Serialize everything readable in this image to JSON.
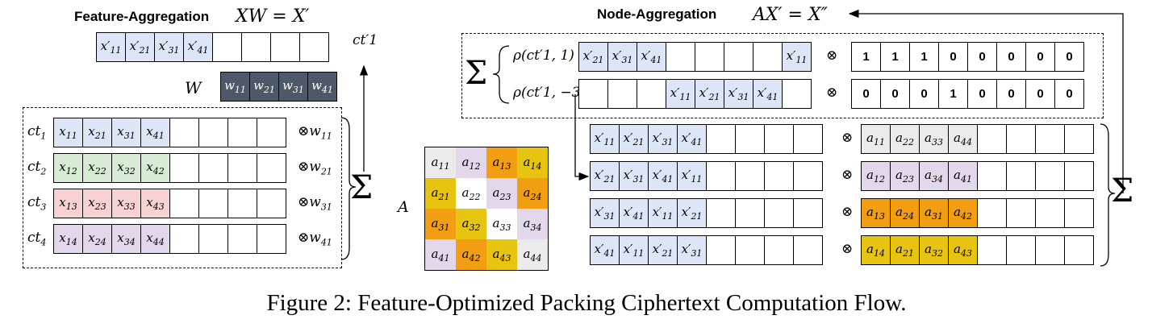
{
  "feature_aggregation": {
    "title": "Feature-Aggregation",
    "equation": "XW = X′",
    "output_row": [
      "x′11",
      "x′21",
      "x′31",
      "x′41",
      "",
      "",
      "",
      ""
    ],
    "output_label": "ct′1",
    "weight_label": "W",
    "weights": [
      "w11",
      "w21",
      "w31",
      "w41"
    ],
    "sum_symbol": "Σ",
    "rows": [
      {
        "label": "ct1",
        "cells": [
          "x11",
          "x21",
          "x31",
          "x41",
          "",
          "",
          "",
          ""
        ],
        "op": "⊗w11",
        "color": "blue"
      },
      {
        "label": "ct2",
        "cells": [
          "x12",
          "x22",
          "x32",
          "x42",
          "",
          "",
          "",
          ""
        ],
        "op": "⊗w21",
        "color": "green"
      },
      {
        "label": "ct3",
        "cells": [
          "x13",
          "x23",
          "x33",
          "x43",
          "",
          "",
          "",
          ""
        ],
        "op": "⊗w31",
        "color": "red"
      },
      {
        "label": "ct4",
        "cells": [
          "x14",
          "x24",
          "x34",
          "x44",
          "",
          "",
          "",
          ""
        ],
        "op": "⊗w41",
        "color": "purple"
      }
    ]
  },
  "matrix_a": {
    "label": "A",
    "cells": [
      [
        "a11",
        "a12",
        "a13",
        "a14"
      ],
      [
        "a21",
        "a22",
        "a23",
        "a24"
      ],
      [
        "a31",
        "a32",
        "a33",
        "a34"
      ],
      [
        "a41",
        "a42",
        "a43",
        "a44"
      ]
    ],
    "colors": [
      [
        "gray",
        "purple",
        "orange",
        "yellow"
      ],
      [
        "yellow",
        "white",
        "purple",
        "orange"
      ],
      [
        "orange",
        "yellow",
        "white",
        "purple"
      ],
      [
        "purple",
        "orange",
        "yellow",
        "gray"
      ]
    ]
  },
  "node_aggregation": {
    "title": "Node-Aggregation",
    "equation": "AX′ = X″",
    "sum_symbol": "Σ",
    "rotations": [
      {
        "label": "ρ(ct′1, 1)",
        "cells": [
          "x′21",
          "x′31",
          "x′41",
          "",
          "",
          "",
          "",
          "x′11"
        ],
        "mask": [
          "1",
          "1",
          "1",
          "0",
          "0",
          "0",
          "0",
          "0"
        ]
      },
      {
        "label": "ρ(ct′1, −3)",
        "cells": [
          "",
          "",
          "",
          "x′11",
          "x′21",
          "x′31",
          "x′41",
          ""
        ],
        "mask": [
          "0",
          "0",
          "0",
          "1",
          "0",
          "0",
          "0",
          "0"
        ]
      }
    ],
    "op": "⊗",
    "rows": [
      {
        "cells": [
          "x′11",
          "x′21",
          "x′31",
          "x′41",
          "",
          "",
          "",
          "",
          "",
          ""
        ],
        "diag": [
          "a11",
          "a22",
          "a33",
          "a44",
          "",
          "",
          "",
          ""
        ],
        "diag_color": "gray"
      },
      {
        "cells": [
          "x′21",
          "x′31",
          "x′41",
          "x′11",
          "",
          "",
          "",
          "",
          "",
          ""
        ],
        "diag": [
          "a12",
          "a23",
          "a34",
          "a41",
          "",
          "",
          "",
          ""
        ],
        "diag_color": "purple"
      },
      {
        "cells": [
          "x′31",
          "x′41",
          "x′11",
          "x′21",
          "",
          "",
          "",
          "",
          "",
          ""
        ],
        "diag": [
          "a13",
          "a24",
          "a31",
          "a42",
          "",
          "",
          "",
          ""
        ],
        "diag_color": "orange"
      },
      {
        "cells": [
          "x′41",
          "x′11",
          "x′21",
          "x′31",
          "",
          "",
          "",
          "",
          "",
          ""
        ],
        "diag": [
          "a14",
          "a21",
          "a32",
          "a43",
          "",
          "",
          "",
          ""
        ],
        "diag_color": "yellow"
      }
    ]
  },
  "caption": "Figure 2: Feature-Optimized Packing Ciphertext Computation Flow."
}
